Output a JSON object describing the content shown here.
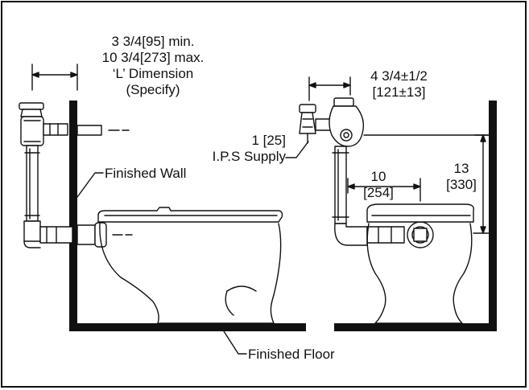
{
  "labels": {
    "l_dimension": {
      "line1": "3 3/4[95] min.",
      "line2": "10 3/4[273] max.",
      "line3": "‘L’ Dimension",
      "line4": "(Specify)"
    },
    "finished_wall": "Finished Wall",
    "finished_floor": "Finished Floor",
    "supply": {
      "line1": "1 [25]",
      "line2": "I.P.S Supply"
    },
    "offset_dim": {
      "line1": "4 3/4±1/2",
      "line2": "[121±13]"
    },
    "spud_dim": {
      "line1": "10",
      "line2": "[254]"
    },
    "height_dim": {
      "line1": "13",
      "line2": "[330]"
    }
  },
  "colors": {
    "line": "#111111",
    "background": "#ffffff"
  }
}
